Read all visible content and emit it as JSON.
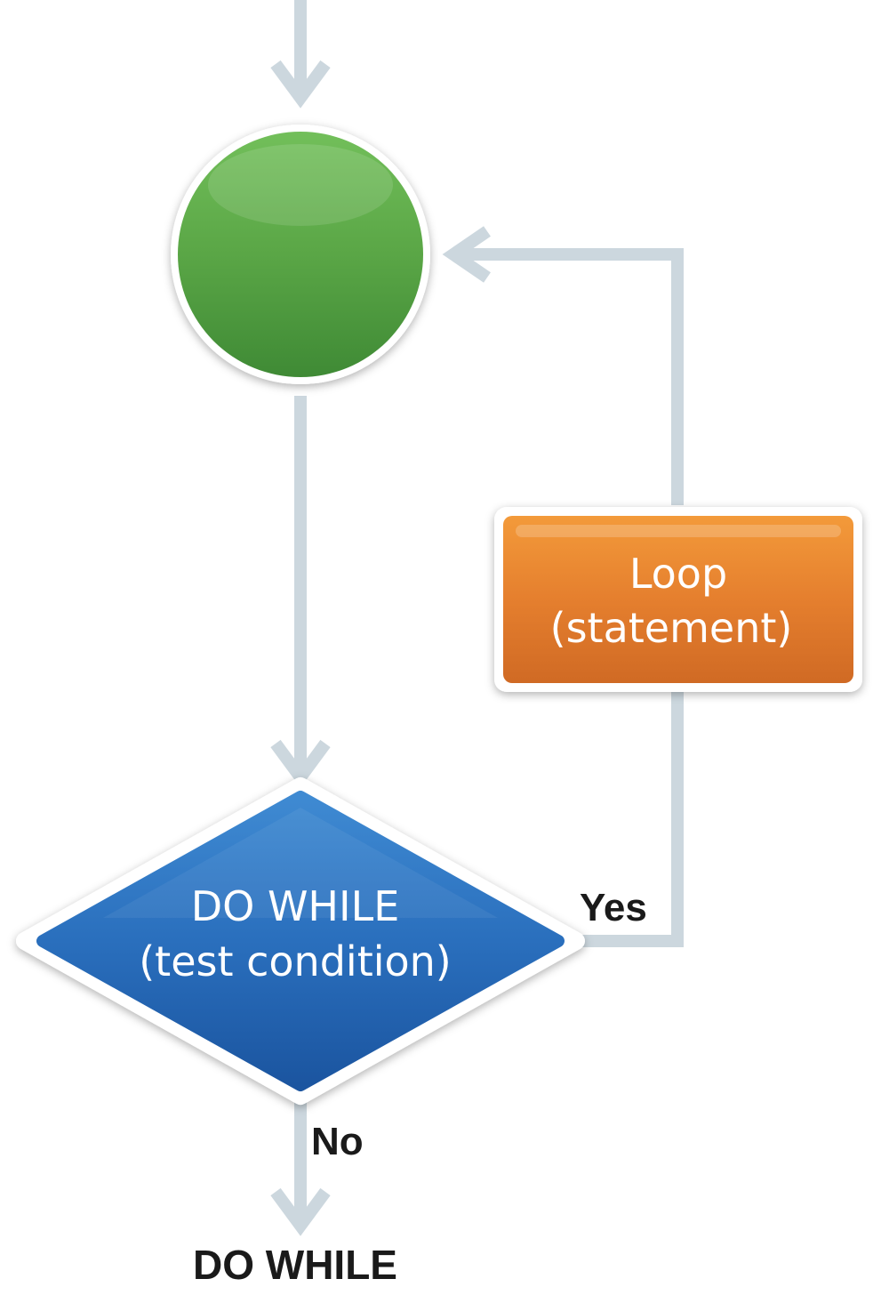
{
  "diagram": {
    "start_node": {
      "shape": "circle",
      "color": "#5aa646"
    },
    "decision": {
      "line1": "DO WHILE",
      "line2": "(test condition)",
      "color": "#1f63b0"
    },
    "loop_box": {
      "line1": "Loop",
      "line2": "(statement)",
      "color": "#e0772b"
    },
    "yes_label": "Yes",
    "no_label": "No",
    "caption": "DO WHILE",
    "connector_color": "#ccd7de"
  }
}
